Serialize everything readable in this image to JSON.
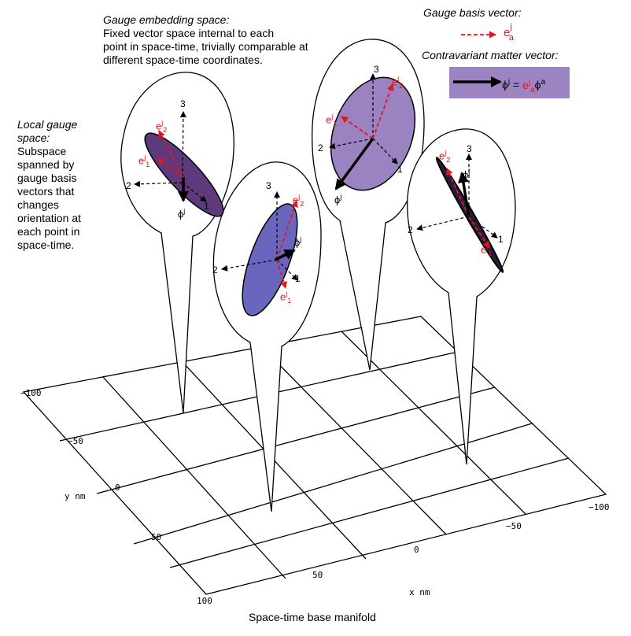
{
  "annotations": {
    "embedding_title": "Gauge embedding space:",
    "embedding_line1": "Fixed vector space internal to each",
    "embedding_line2": "point in space-time, trivially comparable at",
    "embedding_line3": "different space-time coordinates.",
    "local_title_1": "Local gauge",
    "local_title_2": "space:",
    "local_lines": [
      "Subspace",
      "spanned by",
      "gauge basis",
      "vectors that",
      "changes",
      "orientation at",
      "each point in",
      "space-time."
    ],
    "legend_basis_title": "Gauge basis vector:",
    "legend_matter_title": "Contravariant matter vector:",
    "base_caption": "Space-time base manifold"
  },
  "symbols": {
    "e": "e",
    "sup_j": "j",
    "sub_a": "a",
    "sub_1": "1",
    "sub_2": "2",
    "phi": "ϕ",
    "eq": "=",
    "sup_a": "a",
    "axis_1": "1",
    "axis_2": "2",
    "axis_3": "3"
  },
  "axes": {
    "x_label": "x nm",
    "y_label": "y nm",
    "x_ticks": [
      "100",
      "50",
      "0",
      "−50",
      "−100"
    ],
    "y_ticks": [
      "−100",
      "−50",
      "0",
      "50",
      "100"
    ]
  },
  "colors": {
    "basis_vector": "#e8141c",
    "legend_box": "#9c84c2",
    "ellipse_1": "#5e3a7c",
    "ellipse_2": "#6a66be",
    "ellipse_3": "#9b82c0",
    "ellipse_4": "#2a1d3c"
  }
}
